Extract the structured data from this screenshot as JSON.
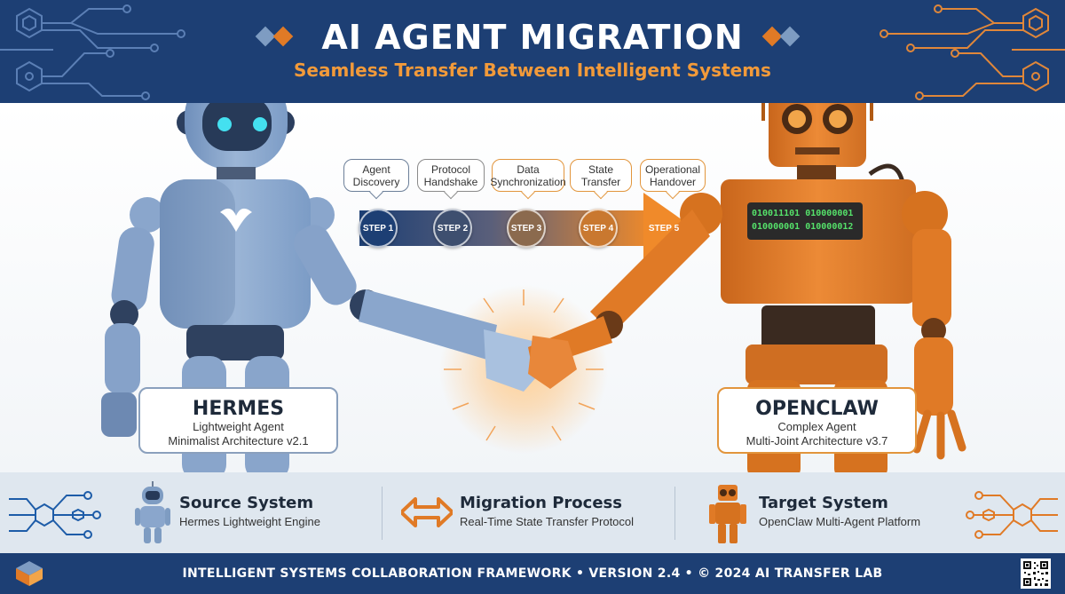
{
  "header": {
    "title": "AI AGENT MIGRATION",
    "subtitle": "Seamless Transfer Between Intelligent Systems"
  },
  "steps": [
    {
      "label": "Agent\nDiscovery",
      "badge": "STEP 1"
    },
    {
      "label": "Protocol\nHandshake",
      "badge": "STEP 2"
    },
    {
      "label": "Data\nSynchronization",
      "badge": "STEP 3"
    },
    {
      "label": "State\nTransfer",
      "badge": "STEP 4"
    },
    {
      "label": "Operational\nHandover",
      "badge": "STEP 5"
    }
  ],
  "binary": {
    "line1a": "010011101",
    "line1b": "010000001",
    "line2a": "010000001",
    "line2b": "010000012"
  },
  "hermes": {
    "name": "HERMES",
    "line1": "Lightweight Agent",
    "line2": "Minimalist Architecture v2.1"
  },
  "openclaw": {
    "name": "OPENCLAW",
    "line1": "Complex Agent",
    "line2": "Multi-Joint Architecture v3.7"
  },
  "info": {
    "source": {
      "title": "Source System",
      "sub": "Hermes Lightweight Engine"
    },
    "process": {
      "title": "Migration Process",
      "sub": "Real-Time State Transfer Protocol"
    },
    "target": {
      "title": "Target System",
      "sub": "OpenClaw Multi-Agent Platform"
    }
  },
  "footer": {
    "text": "INTELLIGENT SYSTEMS COLLABORATION FRAMEWORK • VERSION 2.4 • © 2024 AI TRANSFER LAB"
  },
  "colors": {
    "navy": "#1d3f74",
    "orange": "#e07a26",
    "steel": "#7e9cc2"
  }
}
